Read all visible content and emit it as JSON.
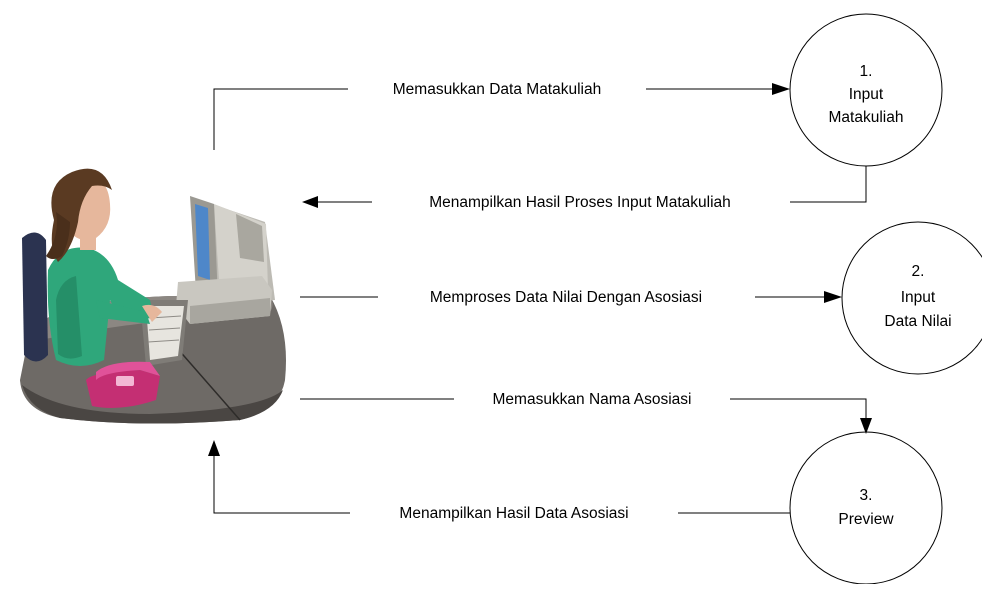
{
  "processes": {
    "p1": {
      "number": "1.",
      "line1": "Input",
      "line2": "Matakuliah"
    },
    "p2": {
      "number": "2.",
      "line1": "Input",
      "line2": "Data Nilai"
    },
    "p3": {
      "number": "3.",
      "line1": "Preview",
      "line2": ""
    }
  },
  "flows": {
    "f1": "Memasukkan Data Matakuliah",
    "f2": "Menampilkan Hasil Proses Input Matakuliah",
    "f3": "Memproses Data Nilai Dengan Asosiasi",
    "f4": "Memasukkan Nama Asosiasi",
    "f5": "Menampilkan Hasil Data Asosiasi"
  },
  "actor": {
    "icon": "user-at-computer-icon"
  }
}
